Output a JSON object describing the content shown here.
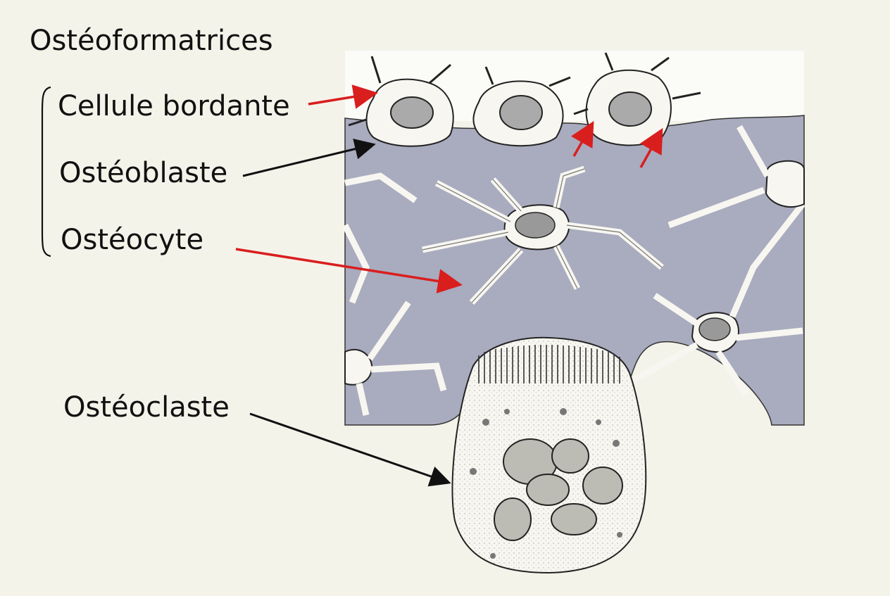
{
  "labels": {
    "group_title": "Ostéoformatrices",
    "lining_cell": "Cellule bordante",
    "osteoblast": "Ostéoblaste",
    "osteocyte": "Ostéocyte",
    "osteoclast": "Ostéoclaste"
  },
  "colors": {
    "background": "#f4f3ea",
    "bone_matrix": "#a9abbe",
    "cell_fill": "#f7f6f0",
    "red_arrow": "#d91e1e",
    "black_arrow": "#111111"
  }
}
